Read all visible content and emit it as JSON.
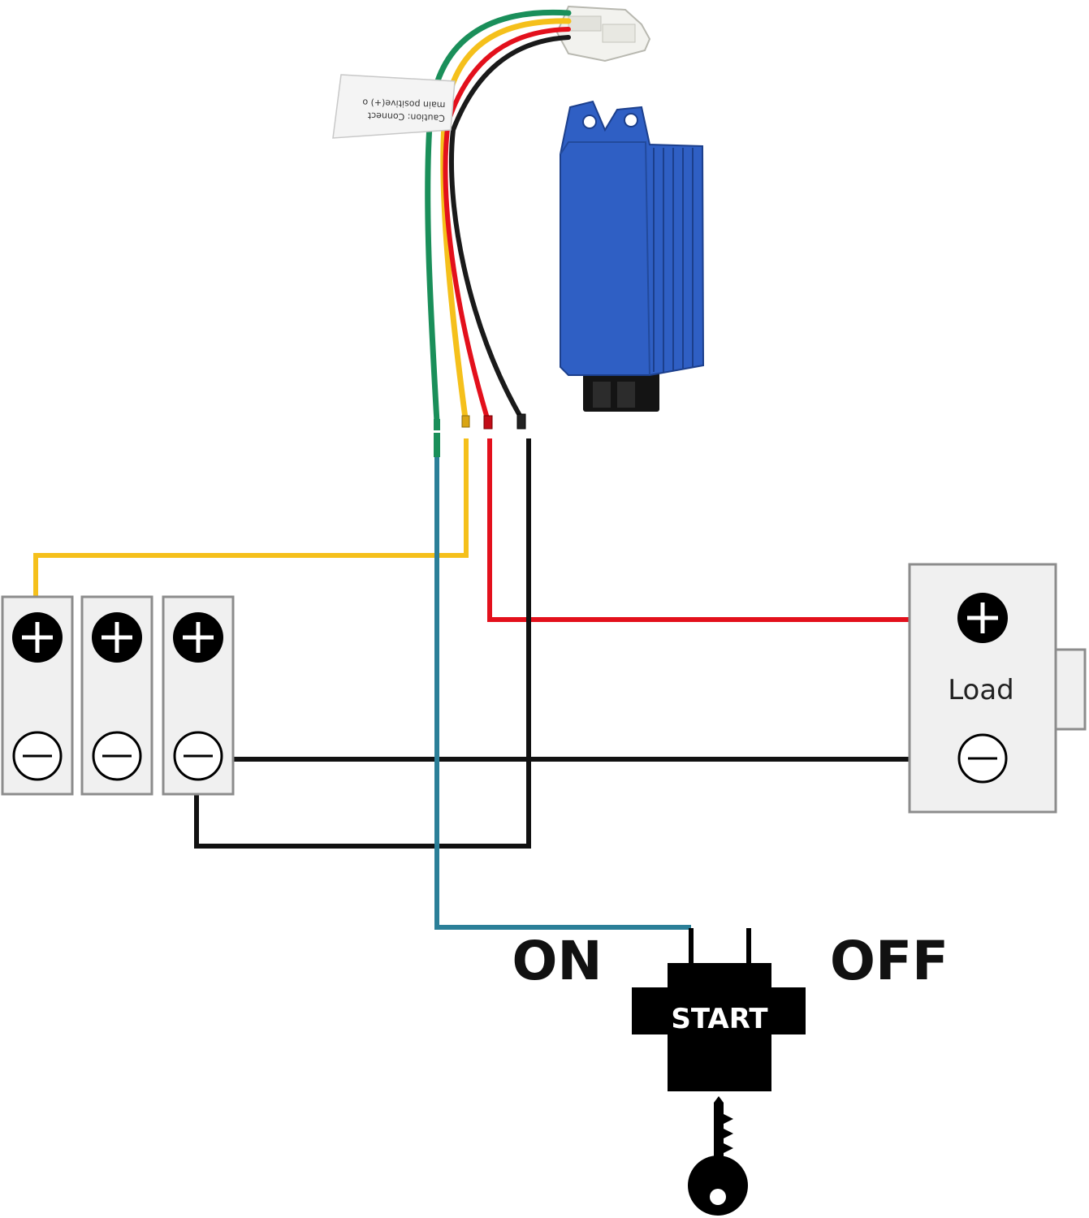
{
  "diagram": {
    "caution_tag": {
      "line1": "Caution: Connect",
      "line2": "main positive(+) o"
    },
    "load_label": "Load",
    "switch": {
      "on_label": "ON",
      "off_label": "OFF",
      "start_label": "START"
    },
    "wire_colors": {
      "green": "#1a8f5a",
      "yellow": "#f5c01b",
      "red": "#e3101c",
      "black": "#111111",
      "teal": "#2b7f98"
    },
    "regulator_color": "#2f5fc4",
    "battery_cells": 3
  }
}
